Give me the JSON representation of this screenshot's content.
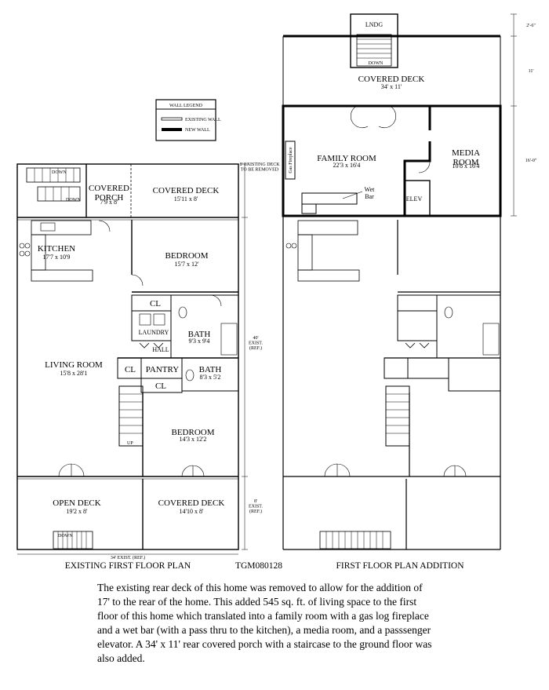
{
  "legend": {
    "title": "WALL LEGEND",
    "existing": "EXISTING WALL",
    "new": "NEW WALL"
  },
  "existing_plan": {
    "caption": "EXISTING FIRST FLOOR PLAN",
    "rooms": [
      {
        "id": "covered-porch",
        "name": "COVERED\nPORCH",
        "dim": "7'9 x 8'"
      },
      {
        "id": "covered-deck-top",
        "name": "COVERED DECK",
        "dim": "15'11 x 8'"
      },
      {
        "id": "kitchen",
        "name": "KITCHEN",
        "dim": "17'7 x 10'9"
      },
      {
        "id": "bedroom-1",
        "name": "BEDROOM",
        "dim": "15'7 x 12'"
      },
      {
        "id": "cl-1",
        "name": "CL",
        "dim": ""
      },
      {
        "id": "laundry",
        "name": "LAUNDRY",
        "dim": ""
      },
      {
        "id": "hall",
        "name": "HALL",
        "dim": ""
      },
      {
        "id": "bath-1",
        "name": "BATH",
        "dim": "9'3 x 9'4"
      },
      {
        "id": "living-room",
        "name": "LIVING ROOM",
        "dim": "15'8 x 28'1"
      },
      {
        "id": "cl-2",
        "name": "CL",
        "dim": ""
      },
      {
        "id": "pantry",
        "name": "PANTRY",
        "dim": ""
      },
      {
        "id": "bath-2",
        "name": "BATH",
        "dim": "8'3 x 5'2"
      },
      {
        "id": "cl-3",
        "name": "CL",
        "dim": ""
      },
      {
        "id": "bedroom-2",
        "name": "BEDROOM",
        "dim": "14'3 x 12'2"
      },
      {
        "id": "open-deck",
        "name": "OPEN DECK",
        "dim": "19'2 x 8'"
      },
      {
        "id": "covered-deck-bottom",
        "name": "COVERED DECK",
        "dim": "14'10 x 8'"
      }
    ],
    "stair_labels": {
      "down1": "DOWN",
      "down2": "DOWN",
      "up": "UP",
      "down3": "DOWN"
    },
    "dim_notes": {
      "right_top": "8' EXISTING DECK\nTO BE REMOVED",
      "right_mid": "40'\nEXIST.\n(REF.)",
      "right_bottom": "8'\nEXIST.\n(REF.)",
      "bottom": "34' EXIST. (REF.)"
    }
  },
  "addition_plan": {
    "caption": "FIRST FLOOR PLAN ADDITION",
    "rooms": [
      {
        "id": "lndg",
        "name": "LNDG",
        "dim": ""
      },
      {
        "id": "covered-deck-new",
        "name": "COVERED DECK",
        "dim": "34' x 11'"
      },
      {
        "id": "family-room",
        "name": "FAMILY ROOM",
        "dim": "22'3 x 16'4"
      },
      {
        "id": "media-room",
        "name": "MEDIA\nROOM",
        "dim": "10'8 x 16'4"
      },
      {
        "id": "elev",
        "name": "ELEV",
        "dim": ""
      }
    ],
    "labels": {
      "fireplace": "Gas Fireplace",
      "wet_bar": "Wet\nBar",
      "down": "DOWN"
    },
    "dim_notes": {
      "a": "2'-6\"",
      "b": "11'",
      "c": "16'-0\""
    }
  },
  "plan_code": "TGM080128",
  "description": "The existing rear deck of this home was removed to allow for the addition of 17' to the rear of the home.  This added 545 sq. ft. of living space to the first floor of this home which translated into a family room with a gas log fireplace and a wet bar (with a pass thru to the kitchen), a media room, and a passsenger elevator.  A 34' x 11' rear covered porch with a staircase to the ground floor was also added."
}
